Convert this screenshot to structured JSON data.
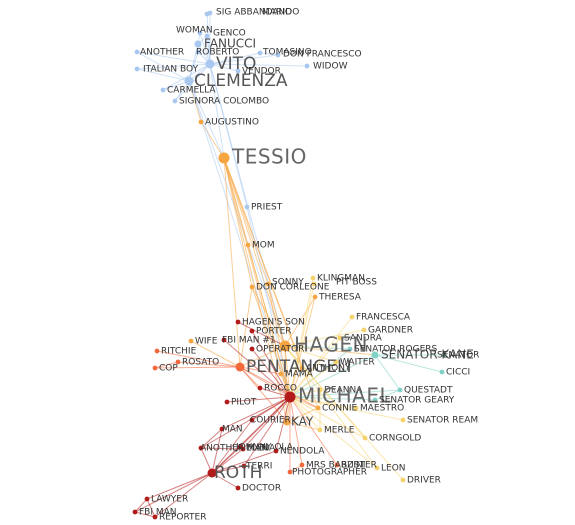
{
  "graph": {
    "colors": {
      "blue": "#a8c8f0",
      "orange": "#f7a541",
      "red": "#b31b1b",
      "salmon": "#f26a3c",
      "teal": "#7fd1c5",
      "yellow": "#f5d26b"
    },
    "nodes": [
      {
        "id": "SIG ABBANDANDO",
        "group": "blue",
        "size": "sm"
      },
      {
        "id": "MARIO",
        "group": "blue",
        "size": "sm"
      },
      {
        "id": "WOMAN",
        "group": "blue",
        "size": "sm"
      },
      {
        "id": "GENCO",
        "group": "blue",
        "size": "sm"
      },
      {
        "id": "FANUCCI",
        "group": "blue",
        "size": "md"
      },
      {
        "id": "ANOTHER",
        "group": "blue",
        "size": "sm"
      },
      {
        "id": "ROBERTO",
        "group": "blue",
        "size": "sm"
      },
      {
        "id": "TOMASINO",
        "group": "blue",
        "size": "sm"
      },
      {
        "id": "DON FRANCESCO",
        "group": "blue",
        "size": "sm"
      },
      {
        "id": "VITO",
        "group": "blue",
        "size": "lg"
      },
      {
        "id": "ITALIAN BOY",
        "group": "blue",
        "size": "sm"
      },
      {
        "id": "VENDOR",
        "group": "blue",
        "size": "sm"
      },
      {
        "id": "WIDOW",
        "group": "blue",
        "size": "sm"
      },
      {
        "id": "CLEMENZA",
        "group": "blue",
        "size": "lg"
      },
      {
        "id": "CARMELLA",
        "group": "blue",
        "size": "sm"
      },
      {
        "id": "SIGNORA COLOMBO",
        "group": "blue",
        "size": "sm"
      },
      {
        "id": "AUGUSTINO",
        "group": "orange",
        "size": "sm"
      },
      {
        "id": "TESSIO",
        "group": "orange",
        "size": "xl"
      },
      {
        "id": "PRIEST",
        "group": "blue",
        "size": "sm"
      },
      {
        "id": "MOM",
        "group": "orange",
        "size": "sm"
      },
      {
        "id": "KLINGMAN",
        "group": "yellow",
        "size": "sm"
      },
      {
        "id": "SONNY",
        "group": "orange",
        "size": "sm"
      },
      {
        "id": "PIT BOSS",
        "group": "yellow",
        "size": "sm"
      },
      {
        "id": "DON CORLEONE",
        "group": "orange",
        "size": "sm"
      },
      {
        "id": "THERESA",
        "group": "orange",
        "size": "sm"
      },
      {
        "id": "FRANCESCA",
        "group": "yellow",
        "size": "sm"
      },
      {
        "id": "HAGEN'S SON",
        "group": "red",
        "size": "sm"
      },
      {
        "id": "GARDNER",
        "group": "yellow",
        "size": "sm"
      },
      {
        "id": "PORTER",
        "group": "red",
        "size": "sm"
      },
      {
        "id": "SANDRA",
        "group": "yellow",
        "size": "sm"
      },
      {
        "id": "WIFE",
        "group": "orange",
        "size": "sm"
      },
      {
        "id": "FBI MAN #1",
        "group": "red",
        "size": "sm"
      },
      {
        "id": "HAGEN",
        "group": "orange",
        "size": "xl"
      },
      {
        "id": "SENATOR ROGERS",
        "group": "teal",
        "size": "sm"
      },
      {
        "id": "RITCHIE",
        "group": "salmon",
        "size": "sm"
      },
      {
        "id": "OPERATOR",
        "group": "red",
        "size": "sm"
      },
      {
        "id": "SENATOR KANE",
        "group": "teal",
        "size": "md"
      },
      {
        "id": "SENATOR",
        "group": "teal",
        "size": "sm"
      },
      {
        "id": "PENTANGELI",
        "group": "salmon",
        "size": "lg"
      },
      {
        "id": "ANTHONY",
        "group": "orange",
        "size": "sm"
      },
      {
        "id": "WAITER",
        "group": "yellow",
        "size": "sm"
      },
      {
        "id": "ROSATO",
        "group": "salmon",
        "size": "sm"
      },
      {
        "id": "MAMA",
        "group": "orange",
        "size": "sm"
      },
      {
        "id": "CICCI",
        "group": "teal",
        "size": "sm"
      },
      {
        "id": "COP",
        "group": "salmon",
        "size": "sm"
      },
      {
        "id": "ROCCO",
        "group": "red",
        "size": "sm"
      },
      {
        "id": "DEANNA",
        "group": "yellow",
        "size": "sm"
      },
      {
        "id": "QUESTADT",
        "group": "teal",
        "size": "sm"
      },
      {
        "id": "MICHAEL",
        "group": "red",
        "size": "xl"
      },
      {
        "id": "SENATOR GEARY",
        "group": "teal",
        "size": "sm"
      },
      {
        "id": "PILOT",
        "group": "red",
        "size": "sm"
      },
      {
        "id": "CONNIE",
        "group": "orange",
        "size": "sm"
      },
      {
        "id": "MAESTRO",
        "group": "yellow",
        "size": "sm"
      },
      {
        "id": "COURIER",
        "group": "red",
        "size": "sm"
      },
      {
        "id": "KAY",
        "group": "orange",
        "size": "md"
      },
      {
        "id": "SENATOR REAM",
        "group": "yellow",
        "size": "sm"
      },
      {
        "id": "MAN",
        "group": "red",
        "size": "sm"
      },
      {
        "id": "MERLE",
        "group": "yellow",
        "size": "sm"
      },
      {
        "id": "CORNGOLD",
        "group": "yellow",
        "size": "sm"
      },
      {
        "id": "ANOTHER MAN",
        "group": "red",
        "size": "sm"
      },
      {
        "id": "JOHNNY OLA",
        "group": "red",
        "size": "sm"
      },
      {
        "id": "ELENA",
        "group": "red",
        "size": "sm"
      },
      {
        "id": "NENDOLA",
        "group": "red",
        "size": "sm"
      },
      {
        "id": "TERRI",
        "group": "red",
        "size": "sm"
      },
      {
        "id": "MRS BARZINI",
        "group": "salmon",
        "size": "sm"
      },
      {
        "id": "BUSTER",
        "group": "salmon",
        "size": "sm"
      },
      {
        "id": "LEON",
        "group": "yellow",
        "size": "sm"
      },
      {
        "id": "ROTH",
        "group": "red",
        "size": "lg"
      },
      {
        "id": "PHOTOGRAPHER",
        "group": "salmon",
        "size": "sm"
      },
      {
        "id": "DRIVER",
        "group": "yellow",
        "size": "sm"
      },
      {
        "id": "DOCTOR",
        "group": "red",
        "size": "sm"
      },
      {
        "id": "LAWYER",
        "group": "red",
        "size": "sm"
      },
      {
        "id": "FBI MAN",
        "group": "red",
        "size": "sm"
      },
      {
        "id": "REPORTER",
        "group": "red",
        "size": "sm"
      }
    ],
    "edges": [
      [
        "SIG ABBANDANDO",
        "VITO"
      ],
      [
        "MARIO",
        "VITO"
      ],
      [
        "WOMAN",
        "VITO"
      ],
      [
        "GENCO",
        "VITO"
      ],
      [
        "FANUCCI",
        "VITO"
      ],
      [
        "ANOTHER",
        "VITO"
      ],
      [
        "ROBERTO",
        "VITO"
      ],
      [
        "TOMASINO",
        "VITO"
      ],
      [
        "DON FRANCESCO",
        "VITO"
      ],
      [
        "ITALIAN BOY",
        "VITO"
      ],
      [
        "VENDOR",
        "VITO"
      ],
      [
        "WIDOW",
        "VITO"
      ],
      [
        "CLEMENZA",
        "VITO"
      ],
      [
        "CARMELLA",
        "VITO"
      ],
      [
        "SIGNORA COLOMBO",
        "VITO"
      ],
      [
        "FANUCCI",
        "CLEMENZA"
      ],
      [
        "ANOTHER",
        "CLEMENZA"
      ],
      [
        "ITALIAN BOY",
        "CLEMENZA"
      ],
      [
        "CARMELLA",
        "CLEMENZA"
      ],
      [
        "SIGNORA COLOMBO",
        "CLEMENZA"
      ],
      [
        "ROBERTO",
        "CLEMENZA"
      ],
      [
        "WOMAN",
        "FANUCCI"
      ],
      [
        "GENCO",
        "FANUCCI"
      ],
      [
        "TOMASINO",
        "DON FRANCESCO"
      ],
      [
        "VITO",
        "TESSIO"
      ],
      [
        "CLEMENZA",
        "TESSIO"
      ],
      [
        "AUGUSTINO",
        "TESSIO"
      ],
      [
        "AUGUSTINO",
        "CLEMENZA"
      ],
      [
        "VITO",
        "PRIEST"
      ],
      [
        "CLEMENZA",
        "HAGEN"
      ],
      [
        "CLEMENZA",
        "MICHAEL"
      ],
      [
        "VITO",
        "HAGEN"
      ],
      [
        "TESSIO",
        "HAGEN"
      ],
      [
        "TESSIO",
        "MICHAEL"
      ],
      [
        "TESSIO",
        "PENTANGELI"
      ],
      [
        "TESSIO",
        "SONNY"
      ],
      [
        "TESSIO",
        "DON CORLEONE"
      ],
      [
        "TESSIO",
        "MAMA"
      ],
      [
        "TESSIO",
        "KAY"
      ],
      [
        "TESSIO",
        "CONNIE"
      ],
      [
        "TESSIO",
        "ANTHONY"
      ],
      [
        "PRIEST",
        "MICHAEL"
      ],
      [
        "MOM",
        "MICHAEL"
      ],
      [
        "SONNY",
        "HAGEN"
      ],
      [
        "SONNY",
        "MICHAEL"
      ],
      [
        "DON CORLEONE",
        "HAGEN"
      ],
      [
        "DON CORLEONE",
        "MICHAEL"
      ],
      [
        "DON CORLEONE",
        "PENTANGELI"
      ],
      [
        "THERESA",
        "HAGEN"
      ],
      [
        "THERESA",
        "MICHAEL"
      ],
      [
        "KLINGMAN",
        "MICHAEL"
      ],
      [
        "PIT BOSS",
        "MICHAEL"
      ],
      [
        "FRANCESCA",
        "MICHAEL"
      ],
      [
        "GARDNER",
        "HAGEN"
      ],
      [
        "SANDRA",
        "MICHAEL"
      ],
      [
        "HAGEN'S SON",
        "HAGEN"
      ],
      [
        "PORTER",
        "MICHAEL"
      ],
      [
        "FBI MAN #1",
        "MICHAEL"
      ],
      [
        "OPERATOR",
        "MICHAEL"
      ],
      [
        "WIFE",
        "PENTANGELI"
      ],
      [
        "RITCHIE",
        "PENTANGELI"
      ],
      [
        "ROSATO",
        "PENTANGELI"
      ],
      [
        "COP",
        "PENTANGELI"
      ],
      [
        "ROSATO",
        "COP"
      ],
      [
        "HAGEN",
        "MICHAEL"
      ],
      [
        "HAGEN",
        "PENTANGELI"
      ],
      [
        "HAGEN",
        "SENATOR KANE"
      ],
      [
        "HAGEN",
        "KAY"
      ],
      [
        "PENTANGELI",
        "MICHAEL"
      ],
      [
        "SENATOR ROGERS",
        "MICHAEL"
      ],
      [
        "SENATOR KANE",
        "MICHAEL"
      ],
      [
        "SENATOR",
        "SENATOR KANE"
      ],
      [
        "CICCI",
        "SENATOR KANE"
      ],
      [
        "QUESTADT",
        "SENATOR KANE"
      ],
      [
        "SENATOR GEARY",
        "MICHAEL"
      ],
      [
        "SENATOR GEARY",
        "QUESTADT"
      ],
      [
        "QUESTADT",
        "MICHAEL"
      ],
      [
        "SENATOR REAM",
        "MICHAEL"
      ],
      [
        "ANTHONY",
        "MICHAEL"
      ],
      [
        "WAITER",
        "MICHAEL"
      ],
      [
        "MAMA",
        "MICHAEL"
      ],
      [
        "ROCCO",
        "MICHAEL"
      ],
      [
        "DEANNA",
        "MICHAEL"
      ],
      [
        "CONNIE",
        "MICHAEL"
      ],
      [
        "MAESTRO",
        "MICHAEL"
      ],
      [
        "PILOT",
        "MICHAEL"
      ],
      [
        "COURIER",
        "MICHAEL"
      ],
      [
        "KAY",
        "MICHAEL"
      ],
      [
        "MERLE",
        "MICHAEL"
      ],
      [
        "CORNGOLD",
        "MICHAEL"
      ],
      [
        "CORNGOLD",
        "HAGEN"
      ],
      [
        "LEON",
        "MICHAEL"
      ],
      [
        "DRIVER",
        "HAGEN"
      ],
      [
        "MAN",
        "MICHAEL"
      ],
      [
        "ANOTHER MAN",
        "MICHAEL"
      ],
      [
        "JOHNNY OLA",
        "MICHAEL"
      ],
      [
        "ELENA",
        "MICHAEL"
      ],
      [
        "NENDOLA",
        "MICHAEL"
      ],
      [
        "TERRI",
        "MICHAEL"
      ],
      [
        "MRS BARZINI",
        "MICHAEL"
      ],
      [
        "BUSTER",
        "MICHAEL"
      ],
      [
        "PHOTOGRAPHER",
        "MICHAEL"
      ],
      [
        "ROTH",
        "MICHAEL"
      ],
      [
        "ROTH",
        "JOHNNY OLA"
      ],
      [
        "ROTH",
        "MAN"
      ],
      [
        "ROTH",
        "ANOTHER MAN"
      ],
      [
        "ROTH",
        "ELENA"
      ],
      [
        "ROTH",
        "TERRI"
      ],
      [
        "ROTH",
        "DOCTOR"
      ],
      [
        "ROTH",
        "LAWYER"
      ],
      [
        "ROTH",
        "FBI MAN"
      ],
      [
        "ROTH",
        "REPORTER"
      ],
      [
        "ROTH",
        "COURIER"
      ],
      [
        "ROTH",
        "NENDOLA"
      ],
      [
        "LAWYER",
        "FBI MAN"
      ],
      [
        "LAWYER",
        "REPORTER"
      ],
      [
        "FBI MAN",
        "REPORTER"
      ],
      [
        "MAN",
        "ANOTHER MAN"
      ],
      [
        "JOHNNY OLA",
        "ELENA"
      ],
      [
        "ANOTHER MAN",
        "ELENA"
      ],
      [
        "PENTANGELI",
        "KAY"
      ],
      [
        "PENTANGELI",
        "CONNIE"
      ],
      [
        "PENTANGELI",
        "MAMA"
      ],
      [
        "PENTANGELI",
        "ROCCO"
      ],
      [
        "KAY",
        "CONNIE"
      ],
      [
        "KAY",
        "MERLE"
      ],
      [
        "MERLE",
        "DEANNA"
      ],
      [
        "PHOTOGRAPHER",
        "MRS BARZINI"
      ],
      [
        "LEON",
        "HAGEN"
      ],
      [
        "SENATOR ROGERS",
        "HAGEN"
      ],
      [
        "WAITER",
        "HAGEN"
      ]
    ]
  }
}
